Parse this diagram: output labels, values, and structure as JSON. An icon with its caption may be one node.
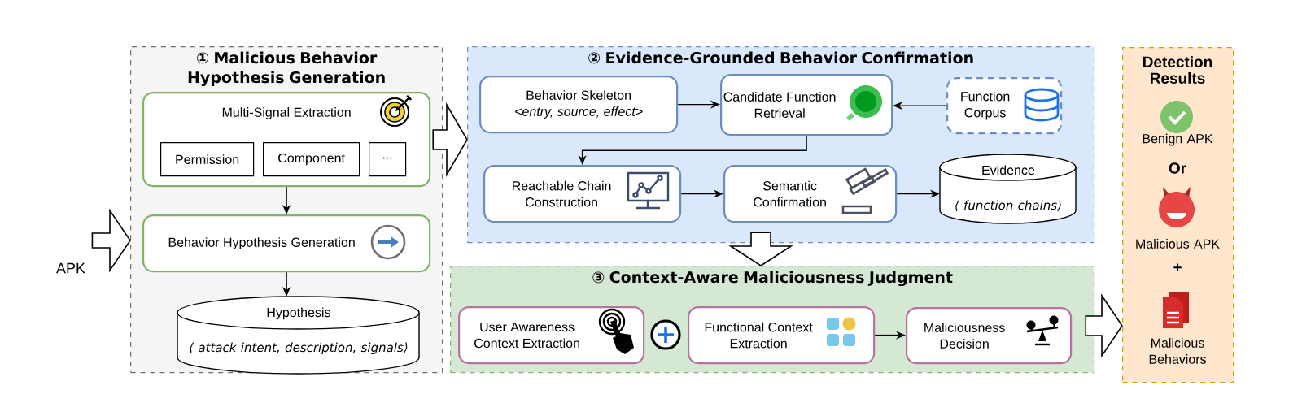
{
  "diagram": {
    "nodes": [
      {
        "text": [
          "APK"
        ]
      },
      {
        "text": [
          "① Malicious Behavior Hypothesis Generation"
        ]
      },
      {
        "text": [
          "Multi-Signal Extraction"
        ],
        "in": 1
      },
      {
        "text": [
          "Permission"
        ],
        "in": 2
      },
      {
        "text": [
          "Component"
        ],
        "in": 2
      },
      {
        "text": [
          "..."
        ],
        "in": 2
      },
      {
        "text": [
          "Behavior Hypothesis Generation"
        ],
        "in": 1
      },
      {
        "text": [
          "Hypothesis",
          "⟨ attack intent, description, signals⟩"
        ],
        "in": 1
      },
      {
        "text": [
          "② Evidence-Grounded Behavior Confirmation"
        ]
      },
      {
        "text": [
          "Behavior Skeleton",
          "<entry, source, effect>"
        ],
        "in": 8
      },
      {
        "text": [
          "Candidate Function Retrieval"
        ],
        "in": 8
      },
      {
        "text": [
          "Function Corpus"
        ],
        "in": 8
      },
      {
        "text": [
          "Reachable Chain Construction"
        ],
        "in": 8
      },
      {
        "text": [
          "Semantic Confirmation"
        ],
        "in": 8
      },
      {
        "text": [
          "Evidence",
          "⟨ function chains⟩"
        ],
        "in": 8
      },
      {
        "text": [
          "③ Context-Aware Maliciousness Judgment"
        ]
      },
      {
        "text": [
          "User Awareness Context Extraction"
        ],
        "in": 15
      },
      {
        "text": [
          "Functional Context Extraction"
        ],
        "in": 15
      },
      {
        "text": [
          "Maliciousness Decision"
        ],
        "in": 15
      },
      {
        "text": [
          "Detection Results",
          "Benign APK",
          "Or",
          "Malicious APK",
          "+",
          "Malicious Behaviors"
        ]
      }
    ],
    "edges": [
      {
        "from": 0,
        "to": 1,
        "arrow": "to",
        "style": "thick"
      },
      {
        "from": 1,
        "to": 8,
        "arrow": "to",
        "style": "thick"
      },
      {
        "from": 2,
        "to": 6,
        "arrow": "to"
      },
      {
        "from": 6,
        "to": 7,
        "arrow": "to"
      },
      {
        "from": 9,
        "to": 10,
        "arrow": "to"
      },
      {
        "from": 11,
        "to": 10,
        "arrow": "to"
      },
      {
        "from": 10,
        "to": 12,
        "arrow": "to"
      },
      {
        "from": 12,
        "to": 13,
        "arrow": "to"
      },
      {
        "from": 13,
        "to": 14,
        "arrow": "to"
      },
      {
        "from": 8,
        "to": 15,
        "arrow": "to",
        "style": "thick"
      },
      {
        "from": 17,
        "to": 18,
        "arrow": "to"
      },
      {
        "from": 15,
        "to": 19,
        "arrow": "to",
        "style": "thick"
      }
    ]
  }
}
